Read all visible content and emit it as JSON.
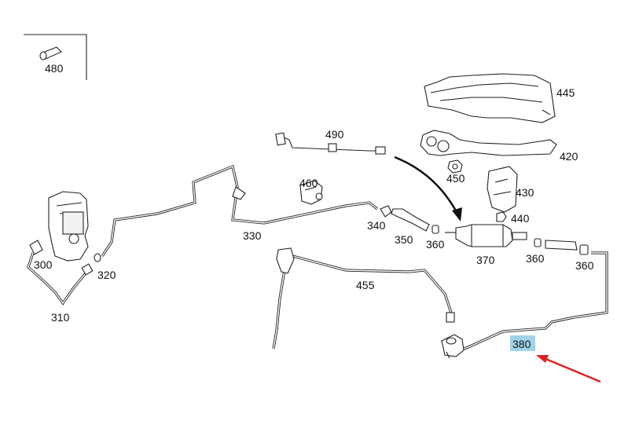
{
  "parts": {
    "p480": "480",
    "p445": "445",
    "p490": "490",
    "p420": "420",
    "p450": "450",
    "p430": "430",
    "p460": "460",
    "p440": "440",
    "p340": "340",
    "p330": "330",
    "p350": "350",
    "p360a": "360",
    "p370": "370",
    "p360b": "360",
    "p360c": "360",
    "p300": "300",
    "p320": "320",
    "p310": "310",
    "p455": "455",
    "p380": "380"
  },
  "colors": {
    "highlight": "#9fd3ea",
    "arrow": "#e02020"
  }
}
